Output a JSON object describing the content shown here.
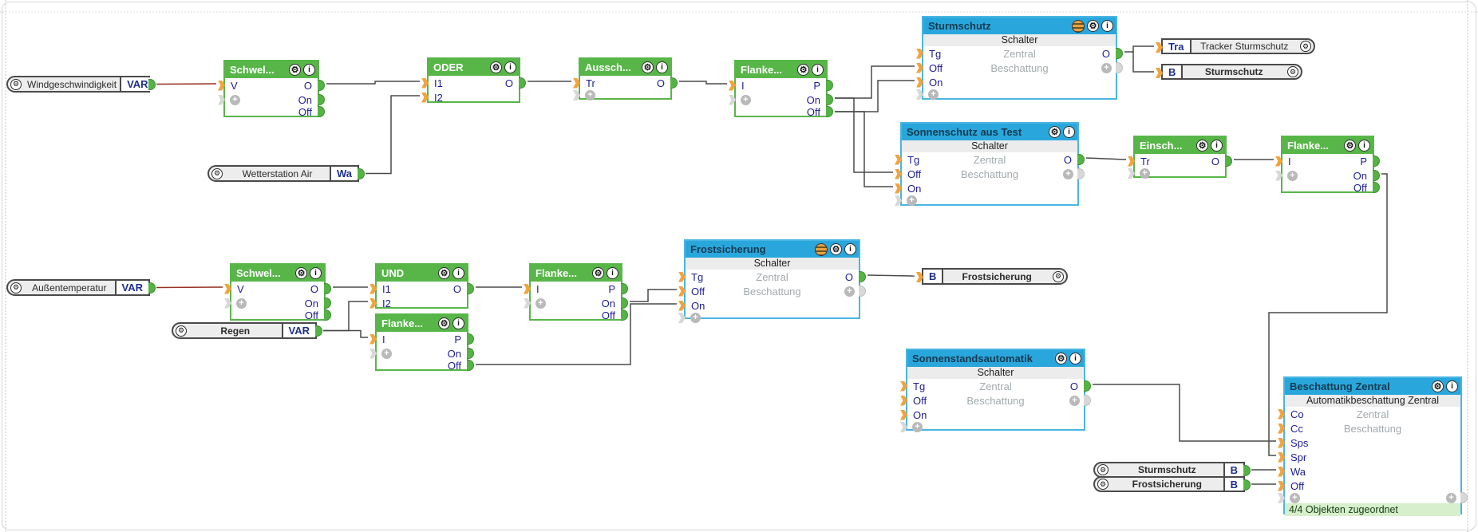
{
  "io_nodes": {
    "wind": {
      "name": "Windgeschwindigkeit",
      "tag": "VAR"
    },
    "wetter": {
      "name": "Wetterstation Air",
      "tag": "Wa"
    },
    "aussen": {
      "name": "Außentemperatur",
      "tag": "VAR"
    },
    "regen": {
      "name": "Regen",
      "tag": "VAR"
    },
    "out_tracker": {
      "tag": "Tra",
      "name": "Tracker Sturmschutz"
    },
    "out_sturm": {
      "tag": "B",
      "name": "Sturmschutz"
    },
    "out_frost": {
      "tag": "B",
      "name": "Frostsicherung"
    },
    "in_sturm_b": {
      "name": "Sturmschutz",
      "tag": "B"
    },
    "in_frost_b": {
      "name": "Frostsicherung",
      "tag": "B"
    }
  },
  "blocks": {
    "schwellwert1": {
      "title": "Schwel...",
      "in": [
        "V"
      ],
      "out": [
        "O",
        "On",
        "Off"
      ]
    },
    "oder": {
      "title": "ODER",
      "in": [
        "I1",
        "I2"
      ],
      "out": [
        "O"
      ]
    },
    "aussch": {
      "title": "Aussch...",
      "in": [
        "Tr"
      ],
      "out": [
        "O"
      ]
    },
    "flanke1": {
      "title": "Flanke...",
      "in": [
        "I"
      ],
      "out": [
        "P",
        "On",
        "Off"
      ]
    },
    "sturmschutz": {
      "title": "Sturmschutz",
      "subtitle": "Schalter",
      "center": [
        "Zentral",
        "Beschattung"
      ],
      "in": [
        "Tg",
        "Off",
        "On"
      ],
      "out": [
        "O"
      ]
    },
    "sonnenschutz": {
      "title": "Sonnenschutz aus Test",
      "subtitle": "Schalter",
      "center": [
        "Zentral",
        "Beschattung"
      ],
      "in": [
        "Tg",
        "Off",
        "On"
      ],
      "out": [
        "O"
      ]
    },
    "einsch": {
      "title": "Einsch...",
      "in": [
        "Tr"
      ],
      "out": [
        "O"
      ]
    },
    "flanke2": {
      "title": "Flanke...",
      "in": [
        "I"
      ],
      "out": [
        "P",
        "On",
        "Off"
      ]
    },
    "schwellwert2": {
      "title": "Schwel...",
      "in": [
        "V"
      ],
      "out": [
        "O",
        "On",
        "Off"
      ]
    },
    "und": {
      "title": "UND",
      "in": [
        "I1",
        "I2"
      ],
      "out": [
        "O"
      ]
    },
    "flanke3": {
      "title": "Flanke...",
      "in": [
        "I"
      ],
      "out": [
        "P",
        "On",
        "Off"
      ]
    },
    "flanke4": {
      "title": "Flanke...",
      "in": [
        "I"
      ],
      "out": [
        "P",
        "On",
        "Off"
      ]
    },
    "frostsicherung": {
      "title": "Frostsicherung",
      "subtitle": "Schalter",
      "center": [
        "Zentral",
        "Beschattung"
      ],
      "in": [
        "Tg",
        "Off",
        "On"
      ],
      "out": [
        "O"
      ]
    },
    "sonnenstand": {
      "title": "Sonnenstandsautomatik",
      "subtitle": "Schalter",
      "center": [
        "Zentral",
        "Beschattung"
      ],
      "in": [
        "Tg",
        "Off",
        "On"
      ],
      "out": [
        "O"
      ]
    },
    "beschattung": {
      "title": "Beschattung Zentral",
      "subtitle": "Automatikbeschattung Zentral",
      "center": [
        "Zentral",
        "Beschattung"
      ],
      "in": [
        "Co",
        "Cc",
        "Sps",
        "Spr",
        "Wa",
        "Off"
      ],
      "footer": "4/4 Objekten zugeordnet"
    }
  },
  "colors": {
    "block_green": "#58b649",
    "block_blue": "#29a7dc",
    "connector_in": "#f2a33c",
    "connector_out": "#55b345",
    "wire": "#4a4a4a",
    "wire_analog": "#963222",
    "footer_green": "#d7efcc"
  },
  "connections": [
    {
      "from": "Windgeschwindigkeit.VAR",
      "to": "Schwellwert1.V"
    },
    {
      "from": "Schwellwert1.O",
      "to": "ODER.I1"
    },
    {
      "from": "WetterstationAir.Wa",
      "to": "ODER.I2"
    },
    {
      "from": "ODER.O",
      "to": "Aussch.Tr"
    },
    {
      "from": "Aussch.O",
      "to": "Flanke1.I"
    },
    {
      "from": "Flanke1.On",
      "to": "Sturmschutz.Off"
    },
    {
      "from": "Flanke1.Off",
      "to": "Sturmschutz.On"
    },
    {
      "from": "Flanke1.On",
      "to": "SonnenschutzAusTest.Off"
    },
    {
      "from": "Flanke1.Off",
      "to": "SonnenschutzAusTest.On"
    },
    {
      "from": "Sturmschutz.O",
      "to": "TrackerSturmschutz.Tra"
    },
    {
      "from": "Sturmschutz.O",
      "to": "Sturmschutz.B"
    },
    {
      "from": "SonnenschutzAusTest.O",
      "to": "Einsch.Tr"
    },
    {
      "from": "Einsch.O",
      "to": "Flanke2.I"
    },
    {
      "from": "Flanke2.On",
      "to": "BeschattungZentral.Spr"
    },
    {
      "from": "Außentemperatur.VAR",
      "to": "Schwellwert2.V"
    },
    {
      "from": "Schwellwert2.O",
      "to": "UND.I1"
    },
    {
      "from": "Regen.VAR",
      "to": "UND.I2"
    },
    {
      "from": "Regen.VAR",
      "to": "Flanke3.I"
    },
    {
      "from": "UND.O",
      "to": "Flanke4.I"
    },
    {
      "from": "Flanke4.On",
      "to": "Frostsicherung.Off"
    },
    {
      "from": "Flanke3.Off",
      "to": "Frostsicherung.On"
    },
    {
      "from": "Frostsicherung.O",
      "to": "Frostsicherung.B"
    },
    {
      "from": "Sonnenstandsautomatik.O",
      "to": "BeschattungZentral.Sps"
    },
    {
      "from": "Sturmschutz.B",
      "to": "BeschattungZentral.Wa"
    },
    {
      "from": "Frostsicherung.B",
      "to": "BeschattungZentral.Off"
    }
  ]
}
